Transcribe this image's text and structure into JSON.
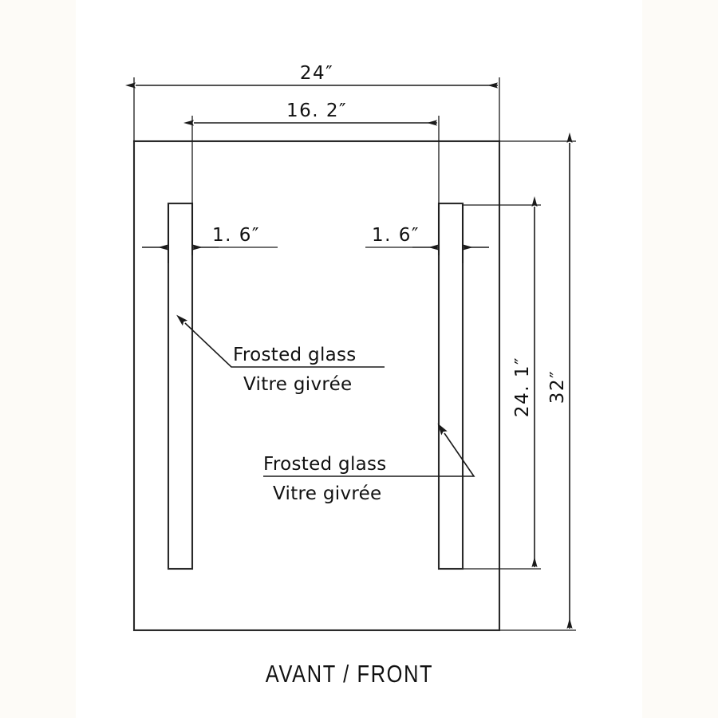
{
  "drawing": {
    "title": "AVANT / FRONT",
    "view_caption": "AVANT / FRONT",
    "background_color": "#ffffff",
    "border_band_color": "#fdfbf7",
    "line_color": "#1a1a1a",
    "dimensions": {
      "overall_width": "24″",
      "inner_width": "16. 2″",
      "left_bar_width": "1. 6″",
      "right_bar_width": "1. 6″",
      "glass_height": "24. 1″",
      "overall_height": "32″"
    },
    "callouts": [
      {
        "line_en": "Frosted glass",
        "line_fr": "Vitre givrée",
        "target": "left-glass-bar"
      },
      {
        "line_en": "Frosted glass",
        "line_fr": "Vitre givrée",
        "target": "right-glass-bar"
      }
    ]
  }
}
